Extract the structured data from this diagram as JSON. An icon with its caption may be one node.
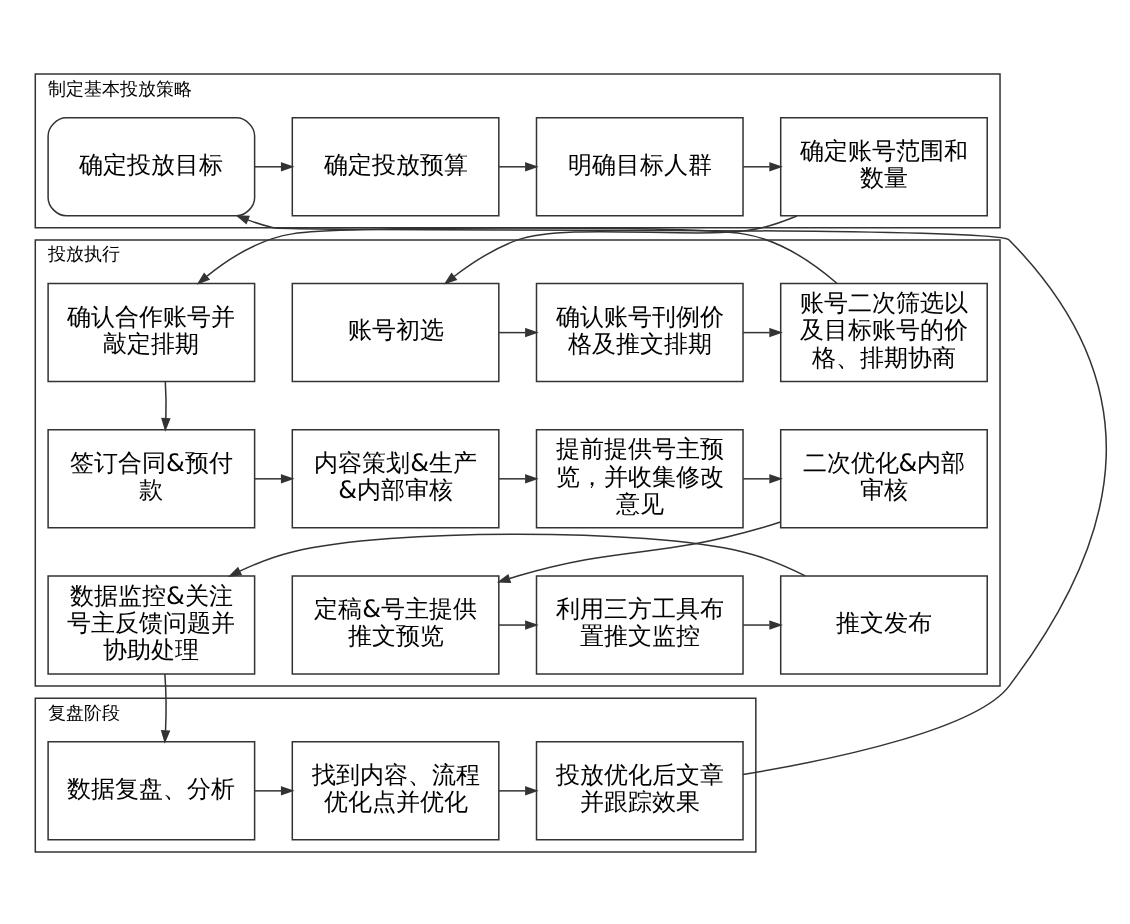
{
  "diagram": {
    "nodes": [
      {
        "text": [
          "制定基本投放策略"
        ]
      },
      {
        "text": [
          "确定投放目标"
        ],
        "in": 0
      },
      {
        "text": [
          "确定投放预算"
        ],
        "in": 0
      },
      {
        "text": [
          "明确目标人群"
        ],
        "in": 0
      },
      {
        "text": [
          "确定账号范围和数量"
        ],
        "in": 0
      },
      {
        "text": [
          "投放执行"
        ]
      },
      {
        "text": [
          "确认合作账号并敲定排期"
        ],
        "in": 5
      },
      {
        "text": [
          "账号二次筛选以及目标账号的价格、排期协商"
        ],
        "in": 5
      },
      {
        "text": [
          "确认账号刊例价格及推文排期"
        ],
        "in": 5
      },
      {
        "text": [
          "账号初选"
        ],
        "in": 5
      },
      {
        "text": [
          "签订合同&预付款"
        ],
        "in": 5
      },
      {
        "text": [
          "内容策划&生产&内部审核"
        ],
        "in": 5
      },
      {
        "text": [
          "提前提供号主预览，并收集修改意见"
        ],
        "in": 5
      },
      {
        "text": [
          "二次优化&内部审核"
        ],
        "in": 5
      },
      {
        "text": [
          "数据监控&关注号主反馈问题并协助处理"
        ],
        "in": 5
      },
      {
        "text": [
          "推文发布"
        ],
        "in": 5
      },
      {
        "text": [
          "利用三方工具布置推文监控"
        ],
        "in": 5
      },
      {
        "text": [
          "定稿&号主提供推文预览"
        ],
        "in": 5
      },
      {
        "text": [
          "复盘阶段"
        ]
      },
      {
        "text": [
          "数据复盘、分析"
        ],
        "in": 18
      },
      {
        "text": [
          "找到内容、流程优化点并优化"
        ],
        "in": 18
      },
      {
        "text": [
          "投放优化后文章并跟踪效果"
        ],
        "in": 18
      }
    ],
    "edges": [
      {
        "from": 1,
        "to": 2,
        "arrow": "to"
      },
      {
        "from": 2,
        "to": 3,
        "arrow": "to"
      },
      {
        "from": 3,
        "to": 4,
        "arrow": "to"
      },
      {
        "from": 4,
        "to": 9,
        "arrow": "to"
      },
      {
        "from": 9,
        "to": 8,
        "arrow": "to"
      },
      {
        "from": 8,
        "to": 7,
        "arrow": "to"
      },
      {
        "from": 7,
        "to": 6,
        "arrow": "to"
      },
      {
        "from": 6,
        "to": 10,
        "arrow": "to"
      },
      {
        "from": 10,
        "to": 11,
        "arrow": "to"
      },
      {
        "from": 11,
        "to": 12,
        "arrow": "to"
      },
      {
        "from": 12,
        "to": 13,
        "arrow": "to"
      },
      {
        "from": 13,
        "to": 17,
        "arrow": "to"
      },
      {
        "from": 17,
        "to": 16,
        "arrow": "to"
      },
      {
        "from": 16,
        "to": 15,
        "arrow": "to"
      },
      {
        "from": 15,
        "to": 14,
        "arrow": "to"
      },
      {
        "from": 14,
        "to": 19,
        "arrow": "to"
      },
      {
        "from": 19,
        "to": 20,
        "arrow": "to"
      },
      {
        "from": 20,
        "to": 21,
        "arrow": "to"
      },
      {
        "from": 21,
        "to": 1,
        "arrow": "to"
      }
    ]
  }
}
